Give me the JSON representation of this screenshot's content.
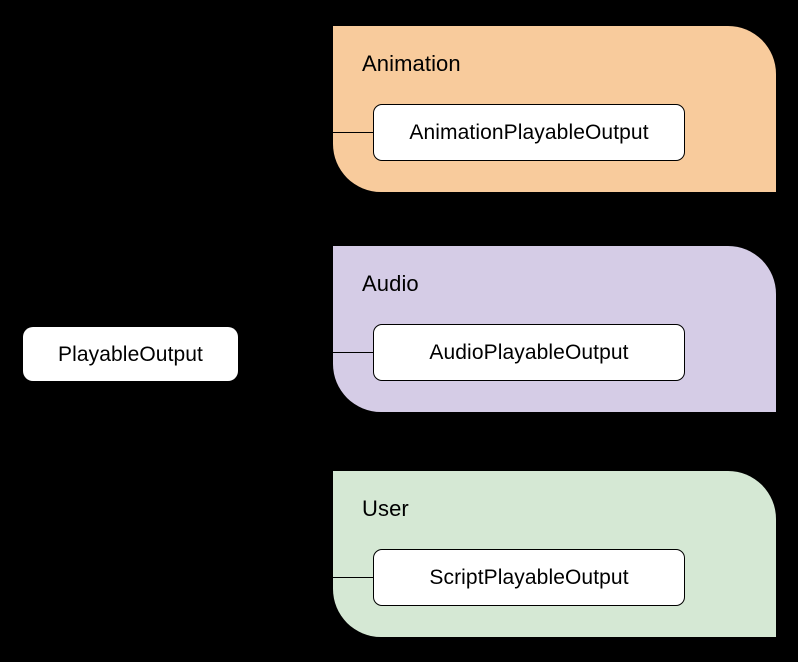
{
  "diagram": {
    "type": "class-hierarchy",
    "background_color": "#000000",
    "base_node": {
      "label": "PlayableOutput",
      "fill_color": "#ffffff",
      "text_color": "#000000"
    },
    "groups": [
      {
        "title": "Animation",
        "fill_color": "#f8cb9c",
        "node": {
          "label": "AnimationPlayableOutput",
          "fill_color": "#ffffff",
          "border_color": "#000000"
        }
      },
      {
        "title": "Audio",
        "fill_color": "#d5cce6",
        "node": {
          "label": "AudioPlayableOutput",
          "fill_color": "#ffffff",
          "border_color": "#000000"
        }
      },
      {
        "title": "User",
        "fill_color": "#d5e8d4",
        "node": {
          "label": "ScriptPlayableOutput",
          "fill_color": "#ffffff",
          "border_color": "#000000"
        }
      }
    ]
  }
}
